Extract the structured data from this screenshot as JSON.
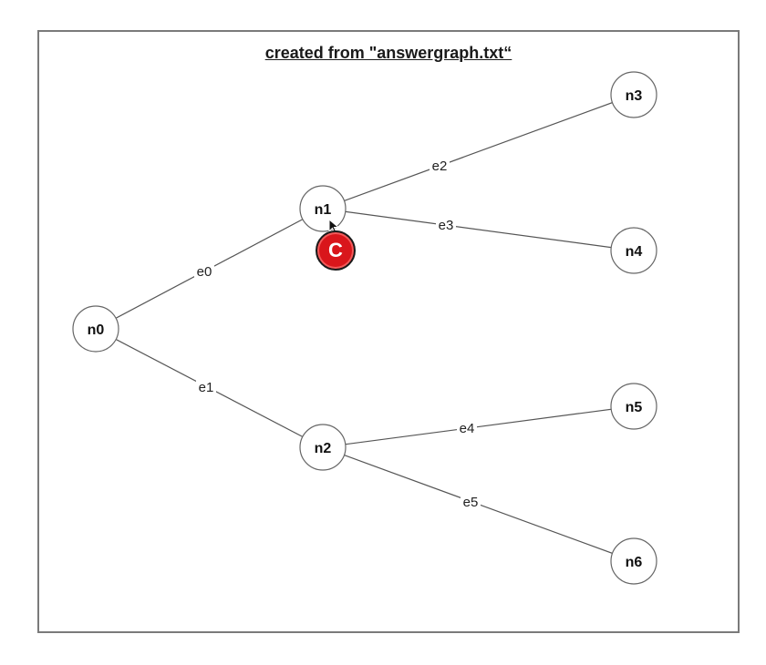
{
  "title": "created from \"answergraph.txt“",
  "colors": {
    "badge": "#d9161b",
    "node_stroke": "#666666",
    "edge": "#555555"
  },
  "nodes": [
    {
      "id": "n0",
      "label": "n0"
    },
    {
      "id": "n1",
      "label": "n1"
    },
    {
      "id": "n2",
      "label": "n2"
    },
    {
      "id": "n3",
      "label": "n3"
    },
    {
      "id": "n4",
      "label": "n4"
    },
    {
      "id": "n5",
      "label": "n5"
    },
    {
      "id": "n6",
      "label": "n6"
    }
  ],
  "edges": [
    {
      "label": "e0",
      "from": "n0",
      "to": "n1"
    },
    {
      "label": "e1",
      "from": "n0",
      "to": "n2"
    },
    {
      "label": "e2",
      "from": "n1",
      "to": "n3"
    },
    {
      "label": "e3",
      "from": "n1",
      "to": "n4"
    },
    {
      "label": "e4",
      "from": "n2",
      "to": "n5"
    },
    {
      "label": "e5",
      "from": "n2",
      "to": "n6"
    }
  ],
  "cursor_badge": {
    "letter": "C",
    "icon": "cursor-highlight-icon"
  }
}
